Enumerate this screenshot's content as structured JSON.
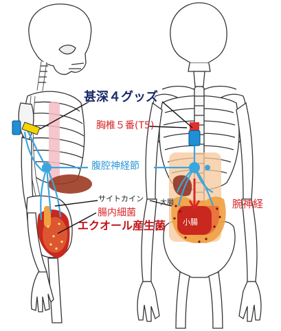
{
  "labels": {
    "title": "甚深４グッズ",
    "t5": "胸椎５番(T5)",
    "celiac": "腹腔神経節",
    "cytokine": "サイトカイン",
    "bacteria": "腸内細菌",
    "equol": "エクオール産生菌",
    "large_intestine": "大腸",
    "small_intestine": "小腸",
    "brachial_plexus": "腕神経"
  },
  "colors": {
    "nerve_blue": "#3aa6e0",
    "label_red": "#d8262a",
    "title_navy": "#1a2a6a",
    "device_blue": "#1f8fd6",
    "device_yellow": "#f5d400",
    "spine_red": "#e0302f",
    "gut_red": "#c8281e"
  }
}
